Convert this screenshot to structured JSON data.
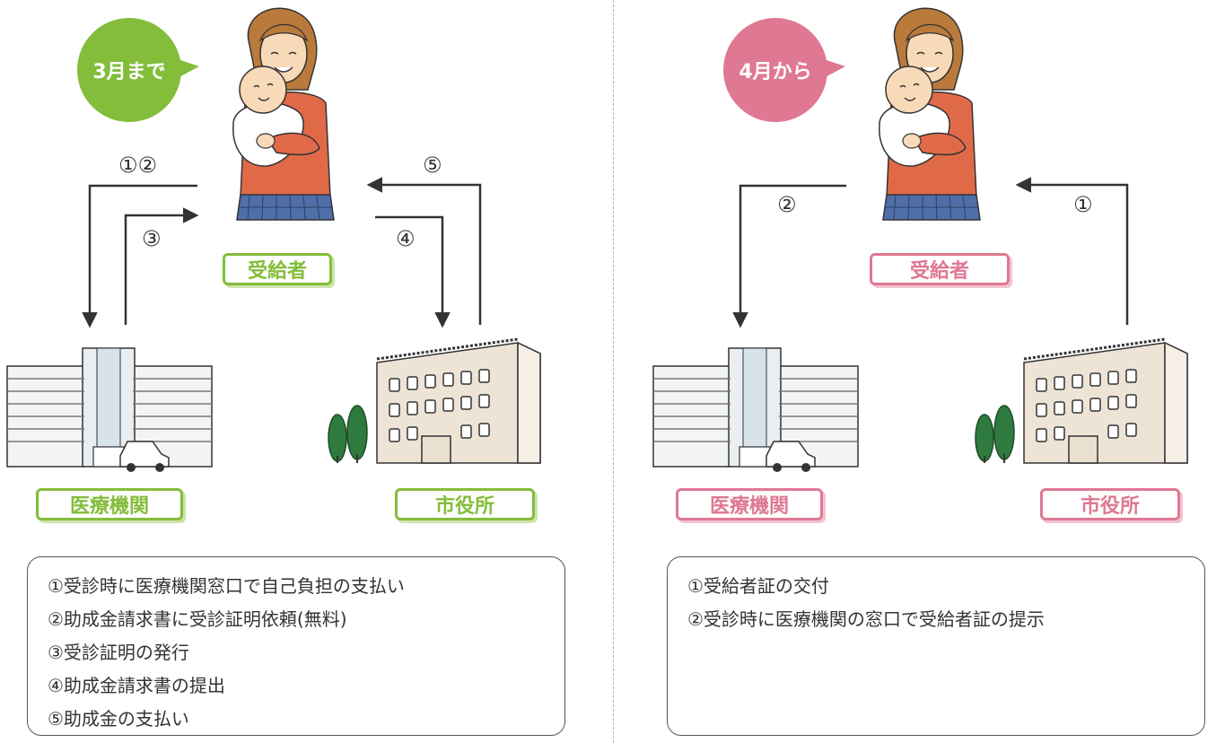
{
  "left": {
    "period": "3月まで",
    "accent": "#84bd3a",
    "labels": {
      "recipient": "受給者",
      "hospital": "医療機関",
      "city_hall": "市役所"
    },
    "arrow_numbers": {
      "to_hospital": "①②",
      "from_hospital": "③",
      "to_city": "④",
      "from_city": "⑤"
    },
    "steps": [
      "①受診時に医療機関窓口で自己負担の支払い",
      "②助成金請求書に受診証明依頼(無料)",
      "③受診証明の発行",
      "④助成金請求書の提出",
      "⑤助成金の支払い"
    ]
  },
  "right": {
    "period": "4月から",
    "accent": "#df7893",
    "labels": {
      "recipient": "受給者",
      "hospital": "医療機関",
      "city_hall": "市役所"
    },
    "arrow_numbers": {
      "to_hospital": "②",
      "from_city": "①"
    },
    "steps": [
      "①受給者証の交付",
      "②受診時に医療機関の窓口で受給者証の提示"
    ]
  }
}
